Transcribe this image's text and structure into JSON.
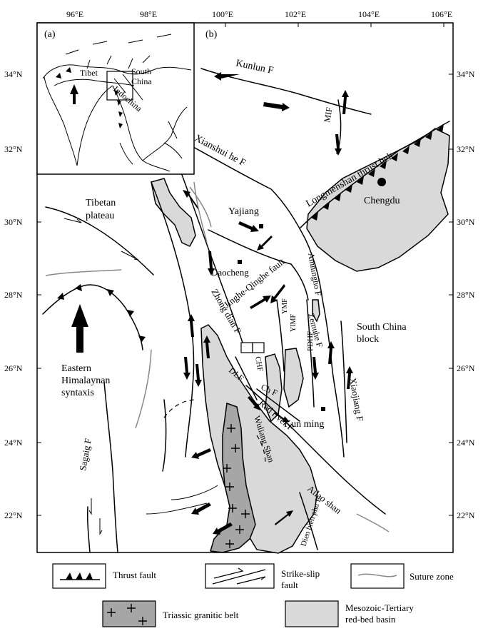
{
  "panel_labels": {
    "a": "(a)",
    "b": "(b)"
  },
  "axes": {
    "top_ticks": [
      "96°E",
      "98°E",
      "100°E",
      "102°E",
      "104°E",
      "106°E"
    ],
    "left_ticks": [
      "34°N",
      "32°N",
      "30°N",
      "28°N",
      "26°N",
      "24°N",
      "22°N"
    ],
    "right_ticks": [
      "34°N",
      "32°N",
      "30°N",
      "28°N",
      "26°N",
      "24°N",
      "22°N"
    ]
  },
  "inset_labels": {
    "tibet": "Tibet",
    "south_china": "South China",
    "indochina": "Indochina"
  },
  "regions": {
    "tibetan_plateau": "Tibetan plateau",
    "syntaxis": "Eastern Himalaynan syntaxis",
    "south_china_block": "South China block"
  },
  "places": {
    "chengdu": "Chengdu",
    "yajiang": "Yajiang",
    "daocheng": "Daocheng",
    "kunming": "Kun ming"
  },
  "faults": {
    "kunlun": "Kunlun   F",
    "mif": "MIF",
    "longmenshan": "Longmenshan thrust belt",
    "xianshuihe": "Xianshui he   F",
    "jinghe_qinghe": "Jinghe-Qinghe fault",
    "amningho": "Amningho F",
    "zhongdian": "Zhong dian  F",
    "ymf": "YMF",
    "yimf": "YIMF",
    "zemuhe": "Zemuhe F",
    "pdhf": "PDHF",
    "chf": "CHF",
    "dlf": "DLF",
    "ch_f": "Ch   F",
    "xiaojiang": "Xiaojiang   F",
    "red_river": "Red river F",
    "wuliang_shan": "Wuliang Shan",
    "ailao_shan": "Ailao  shan",
    "dien_bien_phu": "Dien bien phu F",
    "sagaig": "Sagaig   F"
  },
  "legend": {
    "thrust": "Thrust fault",
    "strike_slip": "Strike-slip fault",
    "suture": "Suture zone",
    "granite": "Triassic granitic belt",
    "basin": "Mesozoic-Tertiary red-bed basin"
  },
  "colors": {
    "basin_fill": "#d9d9d9",
    "granite_fill": "#a6a6a6",
    "suture": "#888888"
  }
}
